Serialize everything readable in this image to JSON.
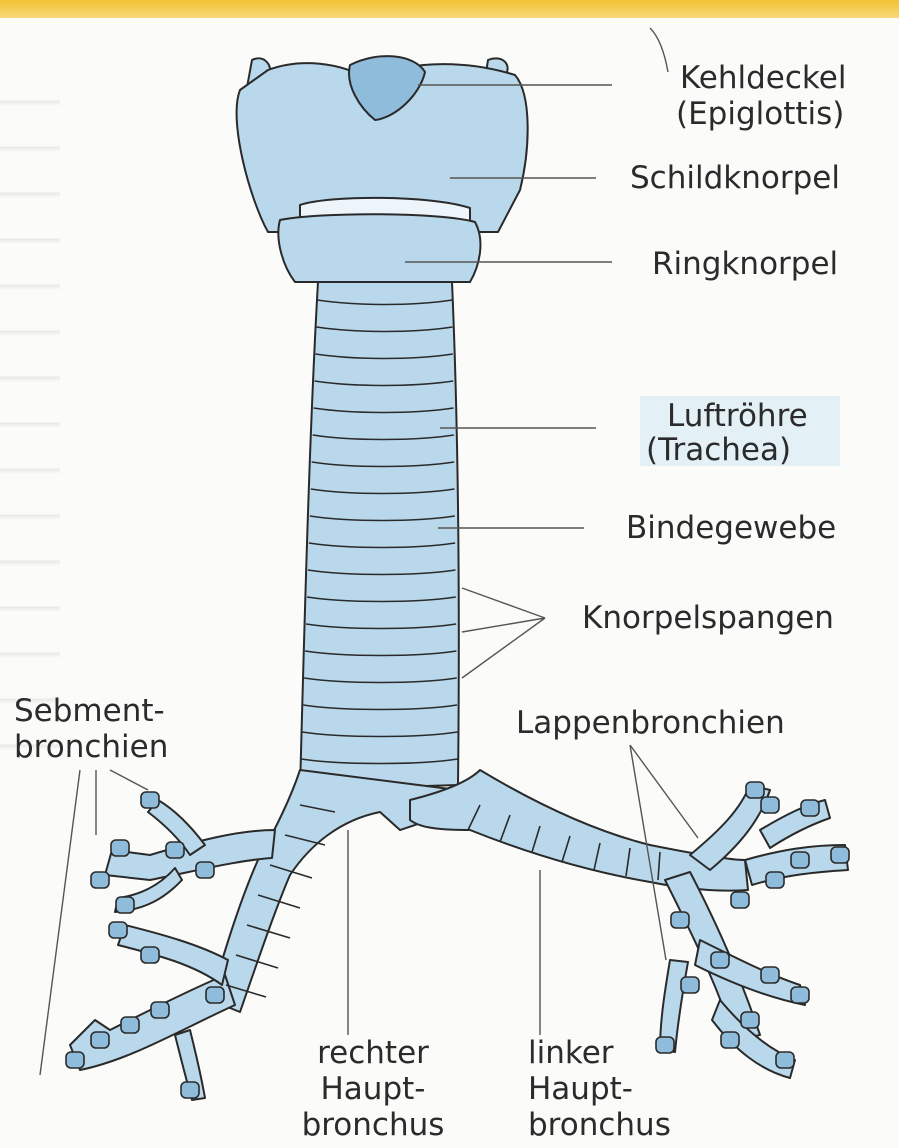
{
  "colors": {
    "cartilage": "#b9d8ec",
    "cartilage_dark": "#8fbcda",
    "outline": "#2a2a2a",
    "leader": "#555555",
    "highlight_box": "#e3f1f7",
    "top_bar": "#f3c233"
  },
  "labels": {
    "epiglottis_line1": "Kehldeckel",
    "epiglottis_line2": "(Epiglottis)",
    "thyroid": "Schildknorpel",
    "cricoid": "Ringknorpel",
    "trachea_line1": "Luftröhre",
    "trachea_line2": "(Trachea)",
    "connective": "Bindegewebe",
    "cartilage_rings": "Knorpelspangen",
    "segment_line1": "Sebment-",
    "segment_line2": "bronchien",
    "lobar": "Lappenbronchien",
    "right_main_line1": "rechter",
    "right_main_line2": "Haupt-",
    "right_main_line3": "bronchus",
    "left_main_line1": "linker",
    "left_main_line2": "Haupt-",
    "left_main_line3": "bronchus"
  }
}
